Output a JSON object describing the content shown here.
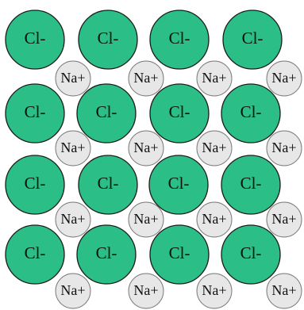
{
  "colors": {
    "chloride": "#2bbf87",
    "sodium": "#e7e7e7",
    "background": "#ffffff"
  },
  "lattice": {
    "chloride_label": "Cl-",
    "sodium_label": "Na+",
    "rows": 4,
    "chloride_per_row": 4,
    "sodium_per_row": 4
  }
}
